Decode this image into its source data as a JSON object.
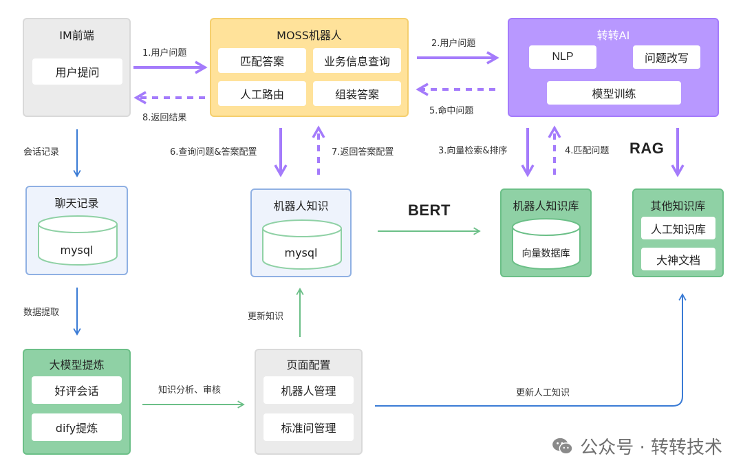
{
  "nodes": {
    "im": {
      "title": "IM前端",
      "items": [
        "用户提问"
      ]
    },
    "moss": {
      "title": "MOSS机器人",
      "items": [
        "匹配答案",
        "业务信息查询",
        "人工路由",
        "组装答案"
      ]
    },
    "zzai": {
      "title": "转转AI",
      "items": [
        "NLP",
        "问题改写",
        "模型训练"
      ]
    },
    "chat": {
      "title": "聊天记录",
      "db": "mysql"
    },
    "robot_knowledge": {
      "title": "机器人知识",
      "db": "mysql"
    },
    "robot_kb": {
      "title": "机器人知识库",
      "db": "向量数据库"
    },
    "other_kb": {
      "title": "其他知识库",
      "items": [
        "人工知识库",
        "大神文档"
      ]
    },
    "llm": {
      "title": "大模型提炼",
      "items": [
        "好评会话",
        "dify提炼"
      ]
    },
    "page_config": {
      "title": "页面配置",
      "items": [
        "机器人管理",
        "标准问管理"
      ]
    }
  },
  "edges": {
    "e1": "1.用户问题",
    "e2": "2.用户问题",
    "e3": "3.向量检索&排序",
    "e4": "4.匹配问题",
    "e5": "5.命中问题",
    "e6": "6.查询问题&答案配置",
    "e7": "7.返回答案配置",
    "e8": "8.返回结果",
    "chat_record": "会话记录",
    "data_extract": "数据提取",
    "knowledge_review": "知识分析、审核",
    "update_knowledge": "更新知识",
    "update_manual": "更新人工知识",
    "bert": "BERT",
    "rag": "RAG"
  },
  "colors": {
    "purple_arrow": "#a47bfb",
    "blue_arrow": "#3a7bd5",
    "green_arrow": "#6bbf87"
  },
  "watermark": "公众号 · 转转技术"
}
